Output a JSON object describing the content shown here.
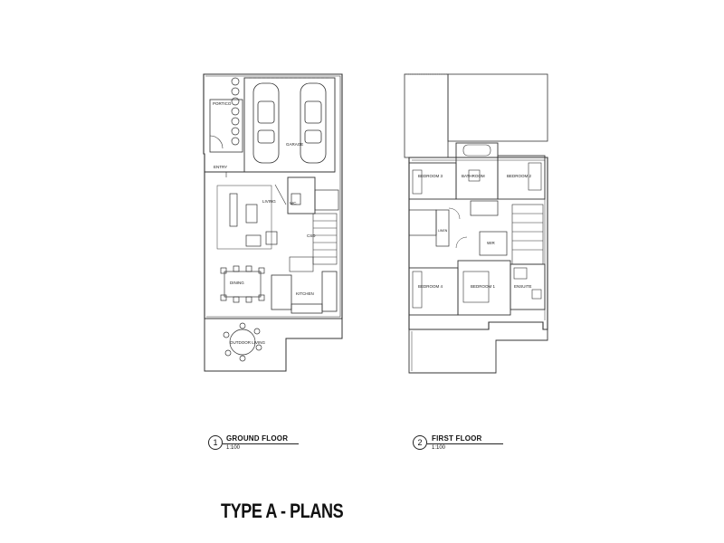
{
  "title": "TYPE A - PLANS",
  "ground_floor": {
    "number": "1",
    "caption": "GROUND FLOOR",
    "scale": "1:100",
    "rooms": {
      "porch": "PORTICO",
      "garage": "GARAGE",
      "entry": "ENTRY",
      "living": "LIVING",
      "wc": "WC",
      "csd": "CSD",
      "dining": "DINING",
      "kitchen": "KITCHEN",
      "outdoor": "OUTDOOR LIVING"
    }
  },
  "first_floor": {
    "number": "2",
    "caption": "FIRST FLOOR",
    "scale": "1:100",
    "rooms": {
      "bed3": "BEDROOM 3",
      "bathroom": "BATHROOM",
      "bed2": "BEDROOM 2",
      "bed4": "BEDROOM 4",
      "bed1": "BEDROOM 1",
      "ensuite": "ENSUITE",
      "linen": "LINEN",
      "wir": "WIR"
    }
  }
}
